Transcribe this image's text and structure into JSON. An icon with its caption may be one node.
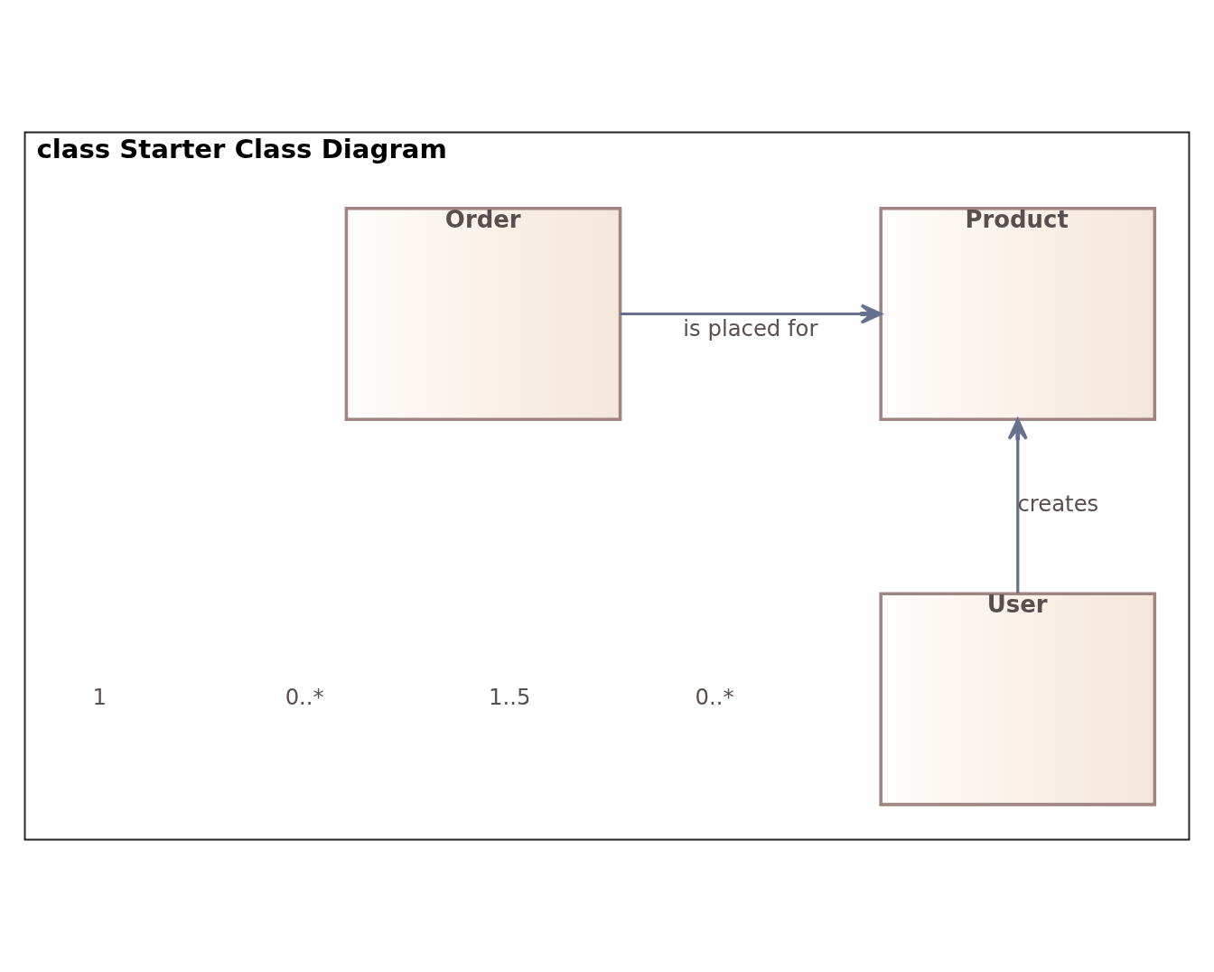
{
  "diagram": {
    "nodes": [
      {
        "text": [
          "class Starter Class Diagram"
        ]
      },
      {
        "text": [
          "Order"
        ],
        "in": 0
      },
      {
        "text": [
          "Product"
        ],
        "in": 0
      },
      {
        "text": [
          "User"
        ],
        "in": 0
      }
    ],
    "edges": [
      {
        "from": 1,
        "to": 2,
        "arrow": "to",
        "label": "is placed for"
      },
      {
        "from": 3,
        "to": 2,
        "arrow": "to",
        "label": "creates"
      }
    ],
    "labels": [
      "0..*",
      "1..5",
      "0..*",
      "1"
    ]
  }
}
